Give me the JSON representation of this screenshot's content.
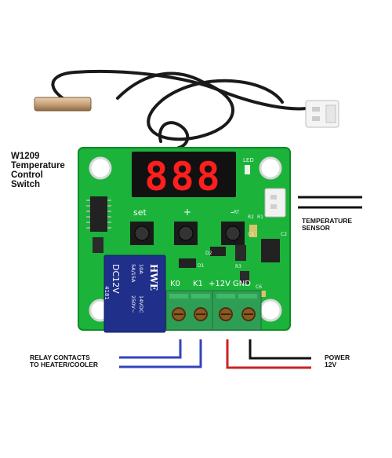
{
  "title": {
    "line1": "W1209",
    "line2": "Temperature",
    "line3": "Control",
    "line4": "Switch"
  },
  "display": {
    "digits": "888",
    "led_label": "LED"
  },
  "buttons": {
    "set": "set",
    "plus": "+",
    "minus": "-"
  },
  "relay": {
    "brand": "HWE",
    "coil": "DC12V",
    "ratings": [
      "10A",
      "14VDC",
      "5A/15A",
      "250V~",
      "4181"
    ]
  },
  "terminals": {
    "k0": "K0",
    "k1": "K1",
    "plus12v": "+12V",
    "gnd": "GND"
  },
  "silkscreen": {
    "r2": "R2",
    "c1": "C1",
    "c6": "C6",
    "c2": "C2",
    "r1": "R1",
    "d1": "D1",
    "d2": "D2",
    "r3": "R3",
    "rt": "RT"
  },
  "callouts": {
    "sensor": {
      "line1": "TEMPERATURE",
      "line2": "SENSOR"
    },
    "relay": {
      "line1": "RELAY CONTACTS",
      "line2": "TO HEATER/COOLER"
    },
    "power": {
      "line1": "POWER",
      "line2": "12V"
    }
  },
  "colors": {
    "board": "#1bb33a",
    "board_edge": "#0f8a28",
    "display": "#111111",
    "segment": "#ff1e1e",
    "terminal": "#2f9e55",
    "relay": "#1f2f8a",
    "wire_blue": "#3344bb",
    "wire_red": "#cc2222",
    "wire_black": "#111111",
    "probe": "#c9a27a"
  }
}
